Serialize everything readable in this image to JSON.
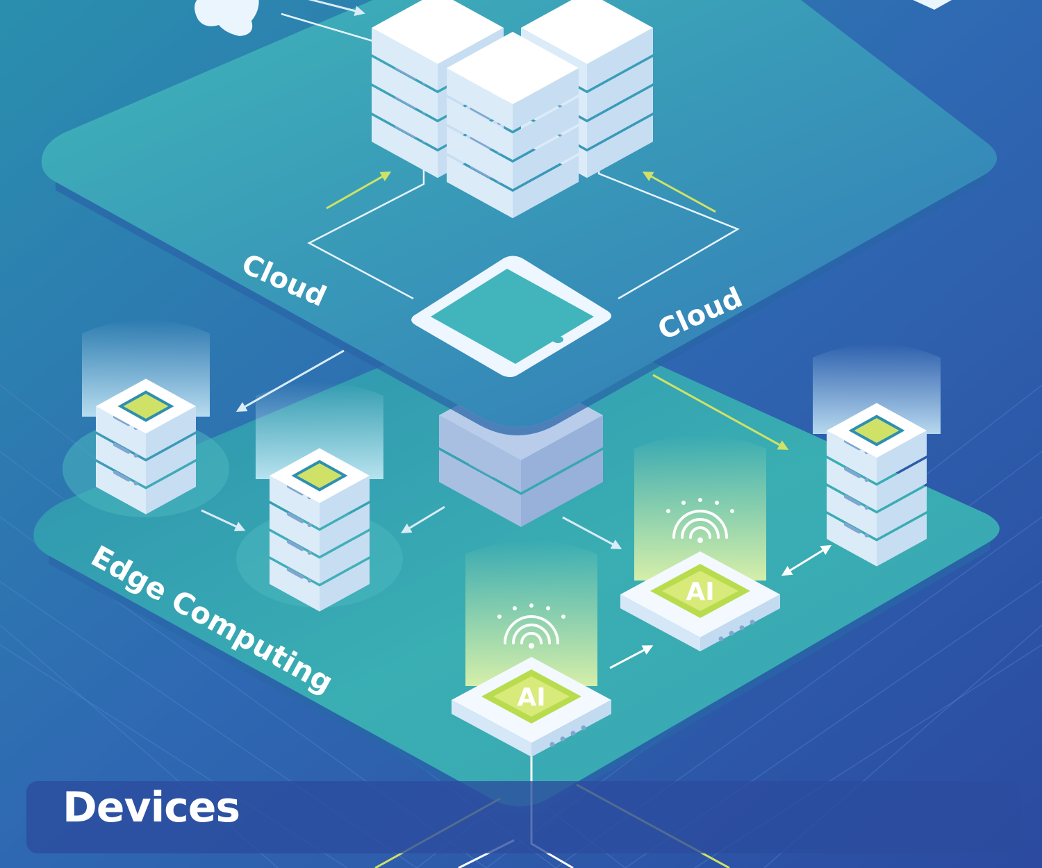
{
  "labels": {
    "cloud_left": "Cloud",
    "cloud_right": "Cloud",
    "edge_computing": "Edge Computing",
    "ai_chip_1": "AI",
    "ai_chip_2": "AI",
    "devices": "Devices"
  },
  "colors": {
    "background": "#2f5aa8",
    "cloud_platform": "#36a3b3",
    "edge_platform": "#3fb3b5",
    "server": "#f2f8ff",
    "chip": "#cfe267",
    "arrow_lime": "#cfe267",
    "arrow_light": "#d9ecf7"
  },
  "icons": [
    "server-stack-icon",
    "tablet-icon",
    "ai-chip-icon",
    "wifi-signal-icon",
    "cloud-icon"
  ]
}
